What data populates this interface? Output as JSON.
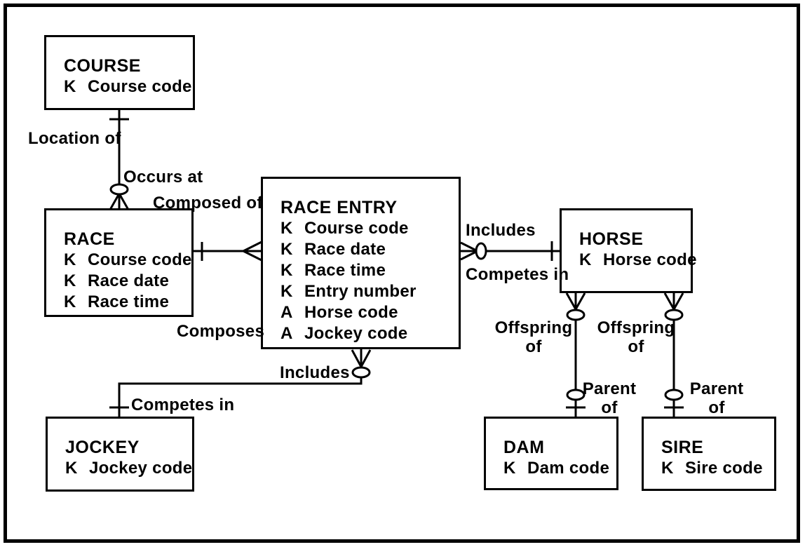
{
  "diagram_title": "Horse racing entity-relationship diagram",
  "colors": {
    "line": "#000000",
    "background": "#ffffff",
    "text": "#000000"
  },
  "entities": {
    "course": {
      "title": "COURSE",
      "attrs": [
        {
          "tag": "K",
          "name": "Course code"
        }
      ]
    },
    "race": {
      "title": "RACE",
      "attrs": [
        {
          "tag": "K",
          "name": "Course code"
        },
        {
          "tag": "K",
          "name": "Race date"
        },
        {
          "tag": "K",
          "name": "Race time"
        }
      ]
    },
    "race_entry": {
      "title": "RACE ENTRY",
      "attrs": [
        {
          "tag": "K",
          "name": "Course code"
        },
        {
          "tag": "K",
          "name": "Race date"
        },
        {
          "tag": "K",
          "name": "Race time"
        },
        {
          "tag": "K",
          "name": "Entry number"
        },
        {
          "tag": "A",
          "name": "Horse code"
        },
        {
          "tag": "A",
          "name": "Jockey code"
        }
      ]
    },
    "horse": {
      "title": "HORSE",
      "attrs": [
        {
          "tag": "K",
          "name": "Horse code"
        }
      ]
    },
    "jockey": {
      "title": "JOCKEY",
      "attrs": [
        {
          "tag": "K",
          "name": "Jockey code"
        }
      ]
    },
    "dam": {
      "title": "DAM",
      "attrs": [
        {
          "tag": "K",
          "name": "Dam code"
        }
      ]
    },
    "sire": {
      "title": "SIRE",
      "attrs": [
        {
          "tag": "K",
          "name": "Sire code"
        }
      ]
    }
  },
  "relationships": {
    "course_race": {
      "from_label": "Location of",
      "to_label": "Occurs at"
    },
    "race_race_entry": {
      "from_label": "Composed of",
      "to_label": "Composes"
    },
    "race_entry_horse": {
      "from_label": "Includes",
      "to_label": "Competes in"
    },
    "race_entry_jockey": {
      "from_label": "Includes",
      "to_label": "Competes in"
    },
    "horse_dam": {
      "offspring_label": [
        "Offspring",
        "of"
      ],
      "parent_label": [
        "Parent",
        "of"
      ]
    },
    "horse_sire": {
      "offspring_label": [
        "Offspring",
        "of"
      ],
      "parent_label": [
        "Parent",
        "of"
      ]
    }
  }
}
